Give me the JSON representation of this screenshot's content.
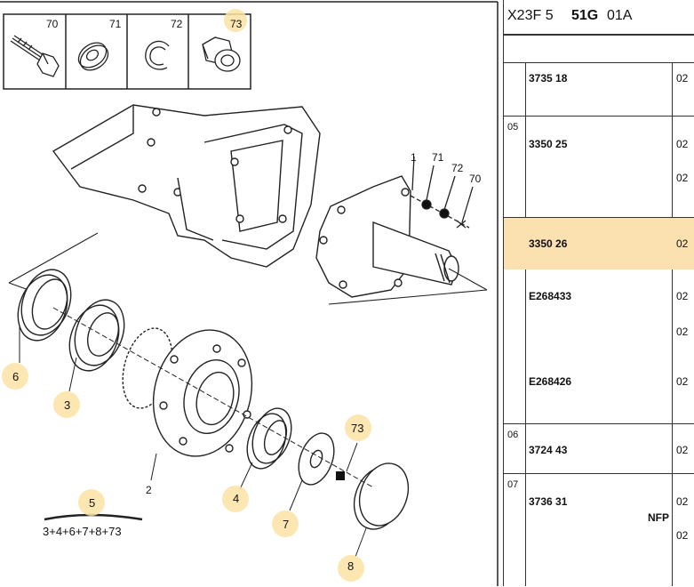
{
  "header": {
    "code_prefix": "X23F 5",
    "code_main": "51G",
    "code_suffix": "01A"
  },
  "parts_box": [
    {
      "num": "70",
      "icon": "bolt-icon"
    },
    {
      "num": "71",
      "icon": "washer-icon"
    },
    {
      "num": "72",
      "icon": "circlip-icon"
    },
    {
      "num": "73",
      "icon": "nut-icon"
    }
  ],
  "callouts": {
    "c1": "1",
    "c71": "71",
    "c72": "72",
    "c70": "70",
    "c2": "2",
    "b6": "6",
    "b3": "3",
    "b4": "4",
    "b7": "7",
    "b8": "8",
    "b73": "73",
    "b5": "5"
  },
  "kit_formula": "3+4+6+7+8+73",
  "parts_list": [
    {
      "seq": "",
      "ref": "3735 18",
      "qty": [
        "02"
      ],
      "highlight": false
    },
    {
      "seq": "05",
      "ref": "3350 25",
      "qty": [
        "02",
        "02"
      ],
      "highlight": false
    },
    {
      "seq": "",
      "ref": "3350 26",
      "qty": [
        "02"
      ],
      "highlight": true
    },
    {
      "seq": "",
      "ref": "E268433",
      "qty": [
        "02",
        "02"
      ],
      "highlight": false
    },
    {
      "seq": "",
      "ref": "E268426",
      "qty": [
        "02"
      ],
      "highlight": false
    },
    {
      "seq": "06",
      "ref": "3724 43",
      "qty": [
        "02"
      ],
      "highlight": false
    },
    {
      "seq": "07",
      "ref": "3736 31",
      "qty": [
        "02",
        "02"
      ],
      "note": "NFP",
      "highlight": false
    }
  ],
  "colors": {
    "highlight": "#fbe0b0",
    "bubble": "#fbe3a6",
    "line": "#222222"
  }
}
